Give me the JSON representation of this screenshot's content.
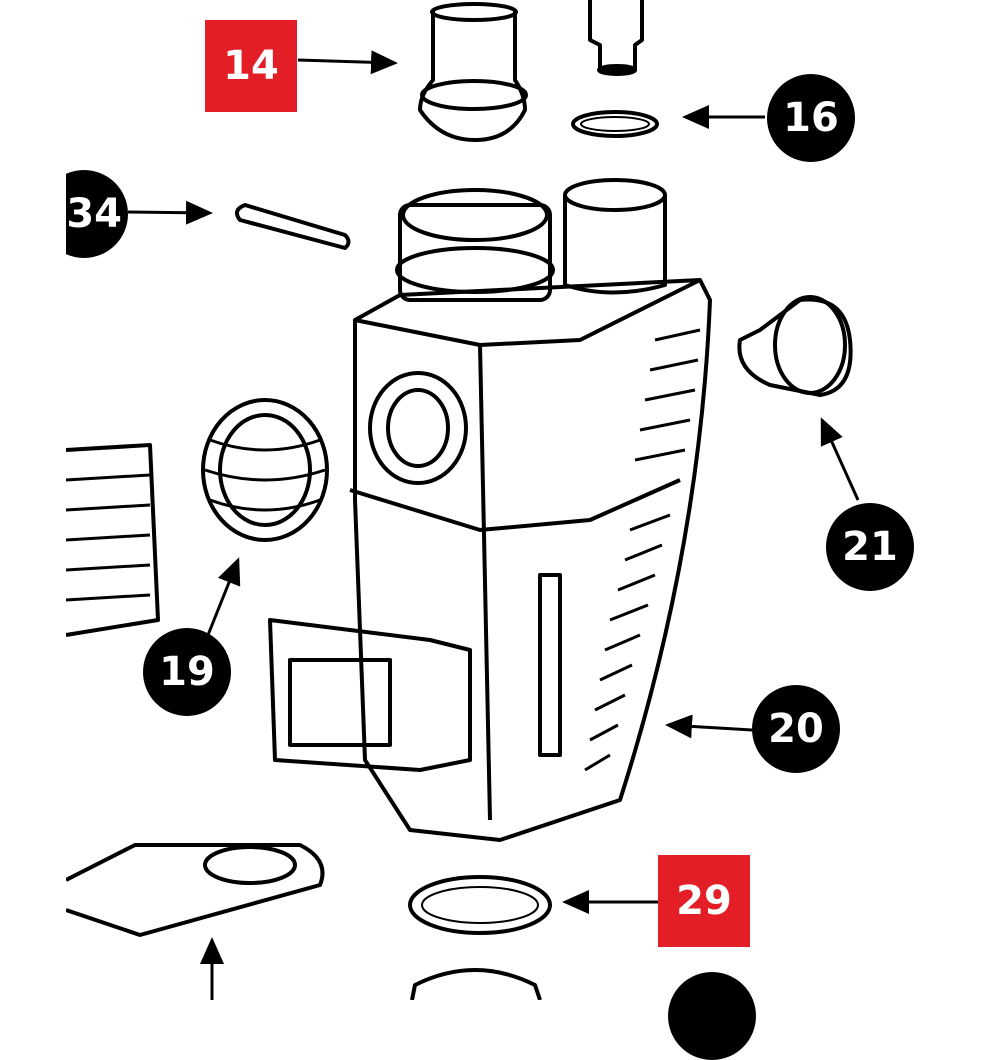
{
  "colors": {
    "red_badge": "#e31e26",
    "black_badge": "#000000",
    "line": "#000000"
  },
  "callouts": [
    {
      "id": "14",
      "label": "14",
      "style": "red-square"
    },
    {
      "id": "16",
      "label": "16",
      "style": "black-circle"
    },
    {
      "id": "34",
      "label": "34",
      "style": "black-circle"
    },
    {
      "id": "21",
      "label": "21",
      "style": "black-circle"
    },
    {
      "id": "19",
      "label": "19",
      "style": "black-circle"
    },
    {
      "id": "20",
      "label": "20",
      "style": "black-circle"
    },
    {
      "id": "29",
      "label": "29",
      "style": "red-square"
    },
    {
      "id": "bottom",
      "label": "",
      "style": "black-circle"
    }
  ]
}
